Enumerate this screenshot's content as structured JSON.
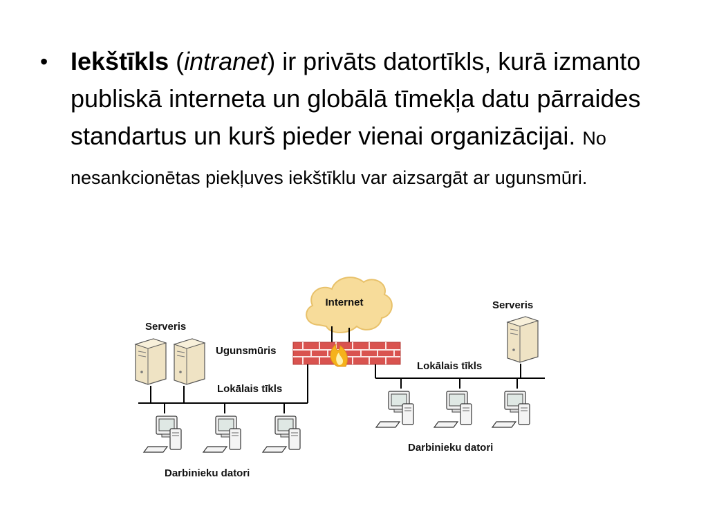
{
  "slide": {
    "bullet_symbol": "•",
    "term": "Iekštīkls",
    "paren_open": "(",
    "term_english": "intranet",
    "text_main": ") ir privāts datortīkls, kurā izmanto publiskā interneta un globālā tīmekļa datu pārraides standartus un kurš pieder vienai organizācijai. ",
    "text_small": "No nesankcionētas piekļuves iekštīklu var aizsargāt ar ugunsmūri."
  },
  "diagram": {
    "internet_label": "Internet",
    "firewall_label": "Ugunsmūris",
    "left_server_label": "Serveris",
    "left_lan_label": "Lokālais tīkls",
    "left_pcs_label": "Darbinieku datori",
    "right_server_label": "Serveris",
    "right_lan_label": "Lokālais tīkls",
    "right_pcs_label": "Darbinieku datori",
    "colors": {
      "cloud": "#f7dc9a",
      "brick": "#d9534f",
      "flame": "#f5b21b",
      "server": "#efe3c4",
      "monitor_screen": "#dfe8e4",
      "lines": "#000000"
    }
  }
}
